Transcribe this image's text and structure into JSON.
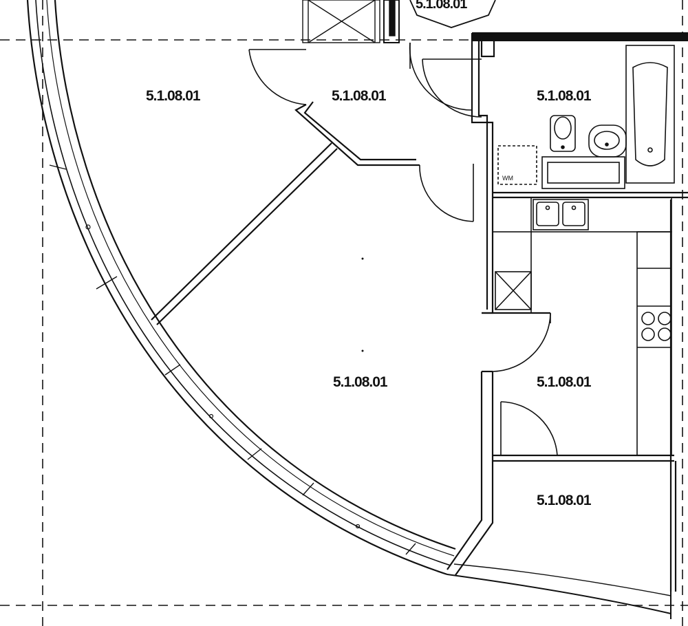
{
  "plan": {
    "top_tag": "5.1.08.01",
    "rooms": [
      {
        "name": "room-living-upper",
        "label": "5.1.08.01"
      },
      {
        "name": "room-hall",
        "label": "5.1.08.01"
      },
      {
        "name": "room-bath",
        "label": "5.1.08.01"
      },
      {
        "name": "room-living-main",
        "label": "5.1.08.01"
      },
      {
        "name": "room-kitchen",
        "label": "5.1.08.01"
      },
      {
        "name": "room-storage",
        "label": "5.1.08.01"
      }
    ],
    "fixtures": {
      "washing_machine": "WM"
    }
  }
}
